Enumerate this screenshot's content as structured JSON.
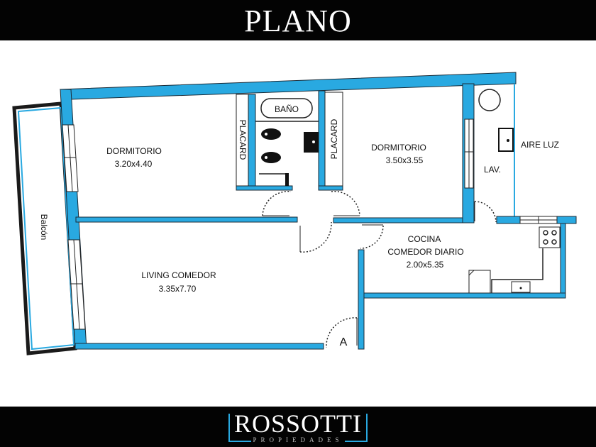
{
  "header": {
    "title": "PLANO"
  },
  "plan": {
    "rooms": {
      "dormitorio_1": {
        "name": "DORMITORIO",
        "size": "3.20x4.40"
      },
      "dormitorio_2": {
        "name": "DORMITORIO",
        "size": "3.50x3.55"
      },
      "living": {
        "name": "LIVING COMEDOR",
        "size": "3.35x7.70"
      },
      "cocina": {
        "name_line1": "COCINA",
        "name_line2": "COMEDOR DIARIO",
        "size": "2.00x5.35"
      },
      "bano": "BAÑO",
      "placard_left": "PLACARD",
      "placard_right": "PLACARD",
      "lavadero": "LAV.",
      "aire_luz": "AIRE LUZ",
      "balcon": "Balcón",
      "entrance": "A"
    },
    "colors": {
      "wall": "#29a9e1",
      "bars": "#030303"
    }
  },
  "footer": {
    "brand": "ROSSOTTI",
    "brand_sub": "PROPIEDADES"
  }
}
